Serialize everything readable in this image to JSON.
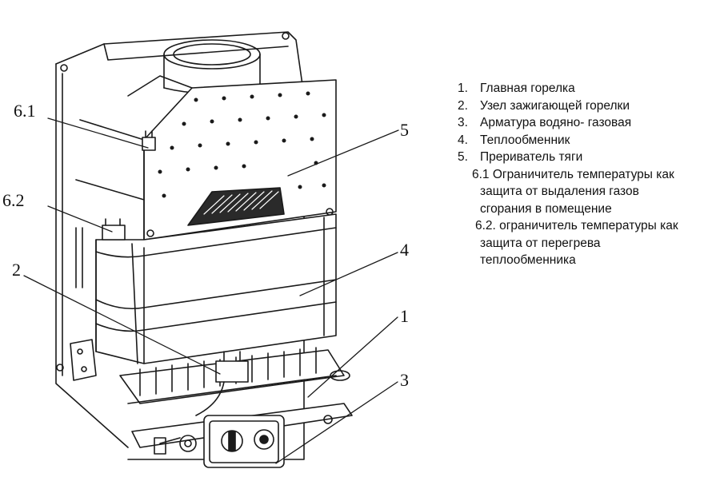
{
  "callouts": {
    "c61": "6.1",
    "c62": "6.2",
    "c2": "2",
    "c5": "5",
    "c4": "4",
    "c1": "1",
    "c3": "3"
  },
  "legend": {
    "item1": {
      "num": "1.",
      "text": "Главная горелка"
    },
    "item2": {
      "num": "2.",
      "text": "Узел зажигающей горелки"
    },
    "item3": {
      "num": "3.",
      "text": "Арматура водяно- газовая"
    },
    "item4": {
      "num": "4.",
      "text": "Теплообменник"
    },
    "item5": {
      "num": "5.",
      "text": "Прериватель тяги"
    },
    "item61": {
      "line1": "6.1 Ограничитель температуры как",
      "line2": "защита от выдаления газов",
      "line3": "сгорания в помещение"
    },
    "item62": {
      "line1": "6.2. ограничитель температуры как",
      "line2": "защита от перегрева",
      "line3": "теплообменника"
    }
  }
}
